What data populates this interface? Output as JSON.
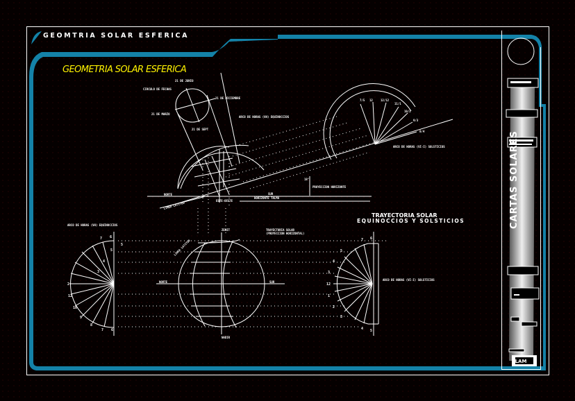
{
  "header": {
    "band_title": "GEOMTRIA SOLAR ESFERICA",
    "drawing_title": "GEOMETRIA SOLAR ESFERICA",
    "band_color": "#1482a8",
    "title_color": "#fff200"
  },
  "upper_diagram": {
    "circle_label": "CIRCULO DE FECHAS",
    "date_labels": [
      "21 DE JUNIO",
      "21 DE DICIEMBRE",
      "21 DE MARZO",
      "21 DE SEPT"
    ],
    "arc_hours_equinox": "ARCO DE HORAS (VH) EQUINOCCIOS",
    "arc_hours_solstice": "ARCO DE HORAS (VI-I) SOLSTICIOS",
    "hour_labels": [
      "12",
      "12/12",
      "11/1",
      "10/2",
      "9/3",
      "8/4",
      "7/5"
    ],
    "north_label": "NORTE",
    "south_label": "SUR",
    "east_west_label": "ESTE-OESTE",
    "true_horizon_label": "HORIZONTE TALMA",
    "horizon_projection_label": "PROYECCION HORIZONTE",
    "latitude_line_label": "LINEA LATITUD",
    "angle_label": "18°"
  },
  "lower_diagram": {
    "heading_line1": "TRAYECTORIA SOLAR",
    "heading_line2": "EQUINOCCIOS Y SOLSTICIOS",
    "projection_label_line1": "TRAYECTORIA SOLAR",
    "projection_label_line2": "(PROYECCION HORIZONTAL)",
    "arc_hours_equinox": "ARCO DE HORAS (VH) EQUINOCCIOS",
    "arc_hours_solstice": "ARCO DE HORAS (VI-I) SOLSTICIOS",
    "zenith_label": "ZENIT",
    "nadir_label": "NADIR",
    "north_label": "NORTE",
    "south_label": "SUR",
    "latitude_line_label": "LINEA LATITUD",
    "left_fan_labels": [
      "7",
      "6",
      "5",
      "4",
      "3",
      "2",
      "12",
      "10",
      "9",
      "8",
      "7",
      "6",
      "5"
    ],
    "right_fan_labels": [
      "7",
      "6",
      "5",
      "4",
      "3",
      "12",
      "1",
      "2",
      "3",
      "4",
      "5"
    ]
  },
  "title_block": {
    "vertical_title": "CARTAS SOLARES",
    "sheet_logo": "LAM"
  }
}
